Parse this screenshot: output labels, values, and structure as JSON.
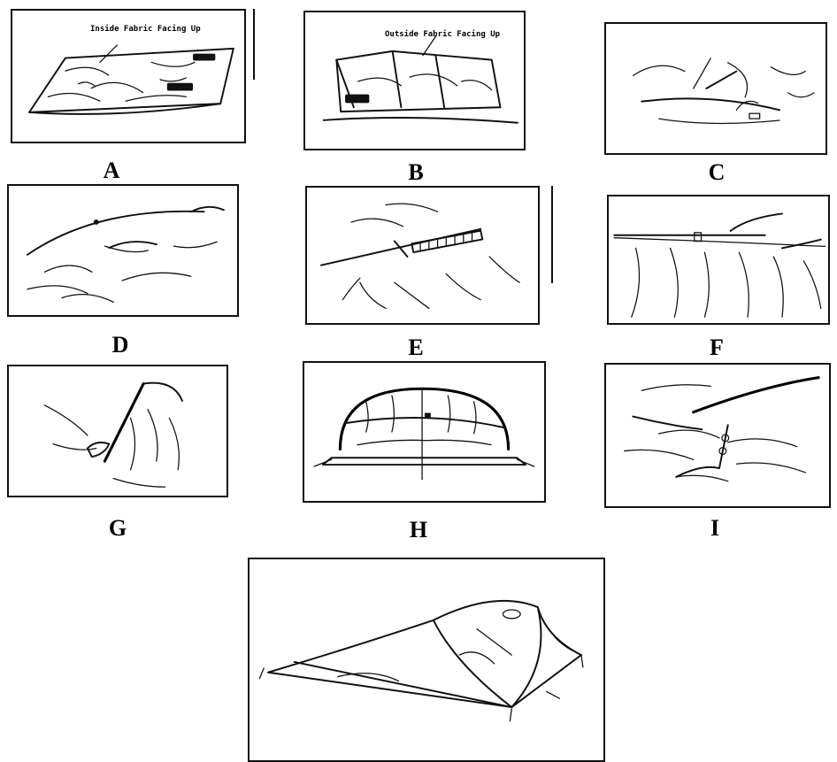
{
  "figure": {
    "panels": [
      {
        "id": "A",
        "label": "A",
        "caption": "Inside Fabric Facing Up"
      },
      {
        "id": "B",
        "label": "B",
        "caption": "Outside Fabric Facing Up"
      },
      {
        "id": "C",
        "label": "C"
      },
      {
        "id": "D",
        "label": "D"
      },
      {
        "id": "E",
        "label": "E"
      },
      {
        "id": "F",
        "label": "F"
      },
      {
        "id": "G",
        "label": "G"
      },
      {
        "id": "H",
        "label": "H"
      },
      {
        "id": "I",
        "label": "I"
      },
      {
        "id": "J"
      }
    ]
  }
}
